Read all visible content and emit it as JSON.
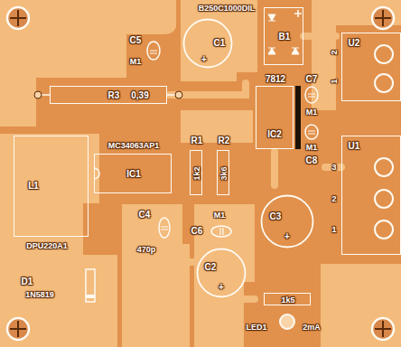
{
  "diagram": {
    "nodes": [
      {
        "text": [
          "B250C1000DIL",
          "B1"
        ]
      },
      {
        "text": [
          "C1",
          "+"
        ]
      },
      {
        "text": [
          "R3",
          "0,39"
        ]
      },
      {
        "text": [
          "7812",
          "IC2"
        ]
      },
      {
        "text": [
          "U2"
        ]
      },
      {
        "text": [
          "U1"
        ]
      },
      {
        "text": [
          "L1"
        ]
      },
      {
        "text": [
          "MC34063AP1",
          "IC1"
        ]
      },
      {
        "text": [
          "R1",
          "1k2"
        ]
      },
      {
        "text": [
          "R2",
          "3k6"
        ]
      },
      {
        "text": [
          "C2",
          "+"
        ]
      },
      {
        "text": [
          "C3",
          "+"
        ]
      },
      {
        "text": [
          "1k5"
        ]
      }
    ],
    "labels": [
      "C5",
      "M1",
      "2",
      "1",
      "C7",
      "M1",
      "M1",
      "C8",
      "3",
      "2",
      "1",
      "DPU220A1",
      "C4",
      "470p",
      "M1",
      "C6",
      "D1",
      "1N5819",
      "LED1",
      "2mA"
    ]
  }
}
